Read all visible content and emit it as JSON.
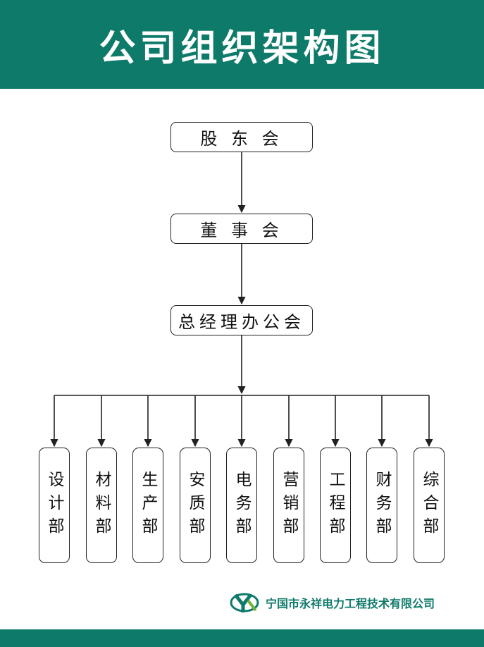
{
  "title": "公司组织架构图",
  "nodes": {
    "shareholders": "股 东 会",
    "board": "董 事 会",
    "gm_office": "总经理办公会"
  },
  "departments": [
    {
      "label": "设计部"
    },
    {
      "label": "材料部"
    },
    {
      "label": "生产部"
    },
    {
      "label": "安质部"
    },
    {
      "label": "电务部"
    },
    {
      "label": "营销部"
    },
    {
      "label": "工程部"
    },
    {
      "label": "财务部"
    },
    {
      "label": "综合部"
    }
  ],
  "company": {
    "name": "宁国市永祥电力工程技术有限公司",
    "logo_icon": "yx-logo-icon"
  },
  "colors": {
    "brand": "#0e7a6a",
    "line": "#222222"
  }
}
